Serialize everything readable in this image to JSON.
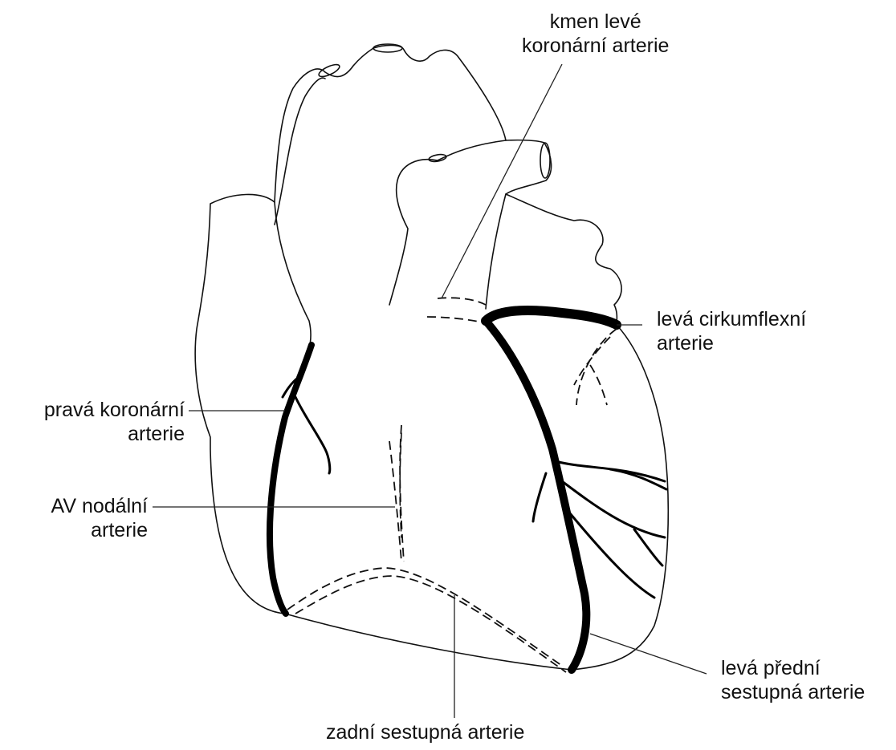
{
  "labels": {
    "left_main": {
      "line1": "kmen levé",
      "line2": "koronární arterie"
    },
    "circumflex": {
      "line1": "levá cirkumflexní",
      "line2": "arterie"
    },
    "right_coronary": {
      "line1": "pravá koronární",
      "line2": "arterie"
    },
    "av_nodal": {
      "line1": "AV nodální",
      "line2": "arterie"
    },
    "lad": {
      "line1": "levá přední",
      "line2": "sestupná arterie"
    },
    "posterior_descending": {
      "line1": "zadní sestupná arterie"
    }
  },
  "colors": {
    "line": "#111111",
    "background": "#ffffff"
  }
}
